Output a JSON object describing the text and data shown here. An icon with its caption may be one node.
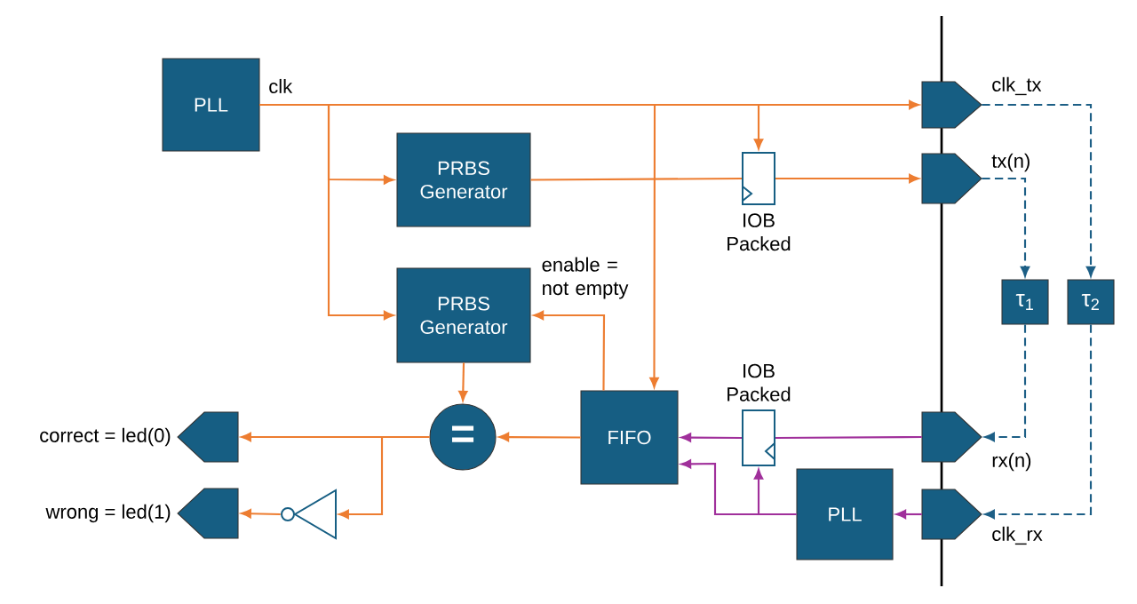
{
  "diagram": {
    "nodes": [
      {
        "text": [
          "PLL"
        ],
        "beside": [
          "clk"
        ]
      },
      {
        "text": [
          "PRBS Generator"
        ]
      },
      {
        "text": [
          "PRBS Generator"
        ]
      },
      {
        "text": [
          "IOB Packed"
        ]
      },
      {
        "text": [
          "FIFO"
        ]
      },
      {
        "text": [
          "IOB Packed"
        ]
      },
      {
        "text": [
          "="
        ]
      },
      {
        "text": [
          "PLL"
        ]
      },
      {
        "text": [],
        "shape": "pentagon",
        "beside": [
          "clk_tx"
        ]
      },
      {
        "text": [],
        "shape": "pentagon",
        "beside": [
          "tx(n)"
        ]
      },
      {
        "text": [],
        "shape": "pentagon",
        "beside": [
          "rx(n)"
        ]
      },
      {
        "text": [],
        "shape": "pentagon",
        "beside": [
          "clk_rx"
        ]
      },
      {
        "text": [
          "τ$_{1}$"
        ]
      },
      {
        "text": [
          "τ$_{2}$"
        ]
      },
      {
        "text": [],
        "shape": "pentagon",
        "beside": [
          "correct = led(0)"
        ]
      },
      {
        "text": [],
        "shape": "pentagon",
        "beside": [
          "wrong = led(1)"
        ]
      },
      {
        "text": [],
        "shape": "triangle"
      }
    ],
    "edges": [
      {
        "from": 0,
        "to": 8,
        "arrow": "to"
      },
      {
        "from": 0,
        "to": 1,
        "arrow": "to"
      },
      {
        "from": 0,
        "to": 2,
        "arrow": "to"
      },
      {
        "from": 0,
        "to": 4,
        "arrow": "to"
      },
      {
        "from": 0,
        "to": 3,
        "arrow": "to"
      },
      {
        "from": 1,
        "to": 3,
        "arrow": "none"
      },
      {
        "from": 3,
        "to": 9,
        "arrow": "to"
      },
      {
        "from": 4,
        "to": 2,
        "arrow": "to",
        "label": "enable = not empty"
      },
      {
        "from": 2,
        "to": 6,
        "arrow": "to"
      },
      {
        "from": 4,
        "to": 6,
        "arrow": "to"
      },
      {
        "from": 6,
        "to": 14,
        "arrow": "to"
      },
      {
        "from": 6,
        "to": 16,
        "arrow": "to"
      },
      {
        "from": 16,
        "to": 15,
        "arrow": "to"
      },
      {
        "from": 10,
        "to": 5,
        "arrow": "none",
        "color": "#a0309b"
      },
      {
        "from": 5,
        "to": 4,
        "arrow": "to",
        "color": "#a0309b"
      },
      {
        "from": 7,
        "to": 4,
        "arrow": "to",
        "color": "#a0309b"
      },
      {
        "from": 7,
        "to": 5,
        "arrow": "to",
        "color": "#a0309b"
      },
      {
        "from": 11,
        "to": 7,
        "arrow": "to",
        "color": "#a0309b"
      },
      {
        "from": 8,
        "to": 13,
        "arrow": "to",
        "style": "dashed",
        "color": "#1d5f86"
      },
      {
        "from": 9,
        "to": 12,
        "arrow": "to",
        "style": "dashed",
        "color": "#1d5f86"
      },
      {
        "from": 12,
        "to": 10,
        "arrow": "to",
        "style": "dashed",
        "color": "#1d5f86"
      },
      {
        "from": 13,
        "to": 11,
        "arrow": "to",
        "style": "dashed",
        "color": "#1d5f86"
      }
    ]
  }
}
